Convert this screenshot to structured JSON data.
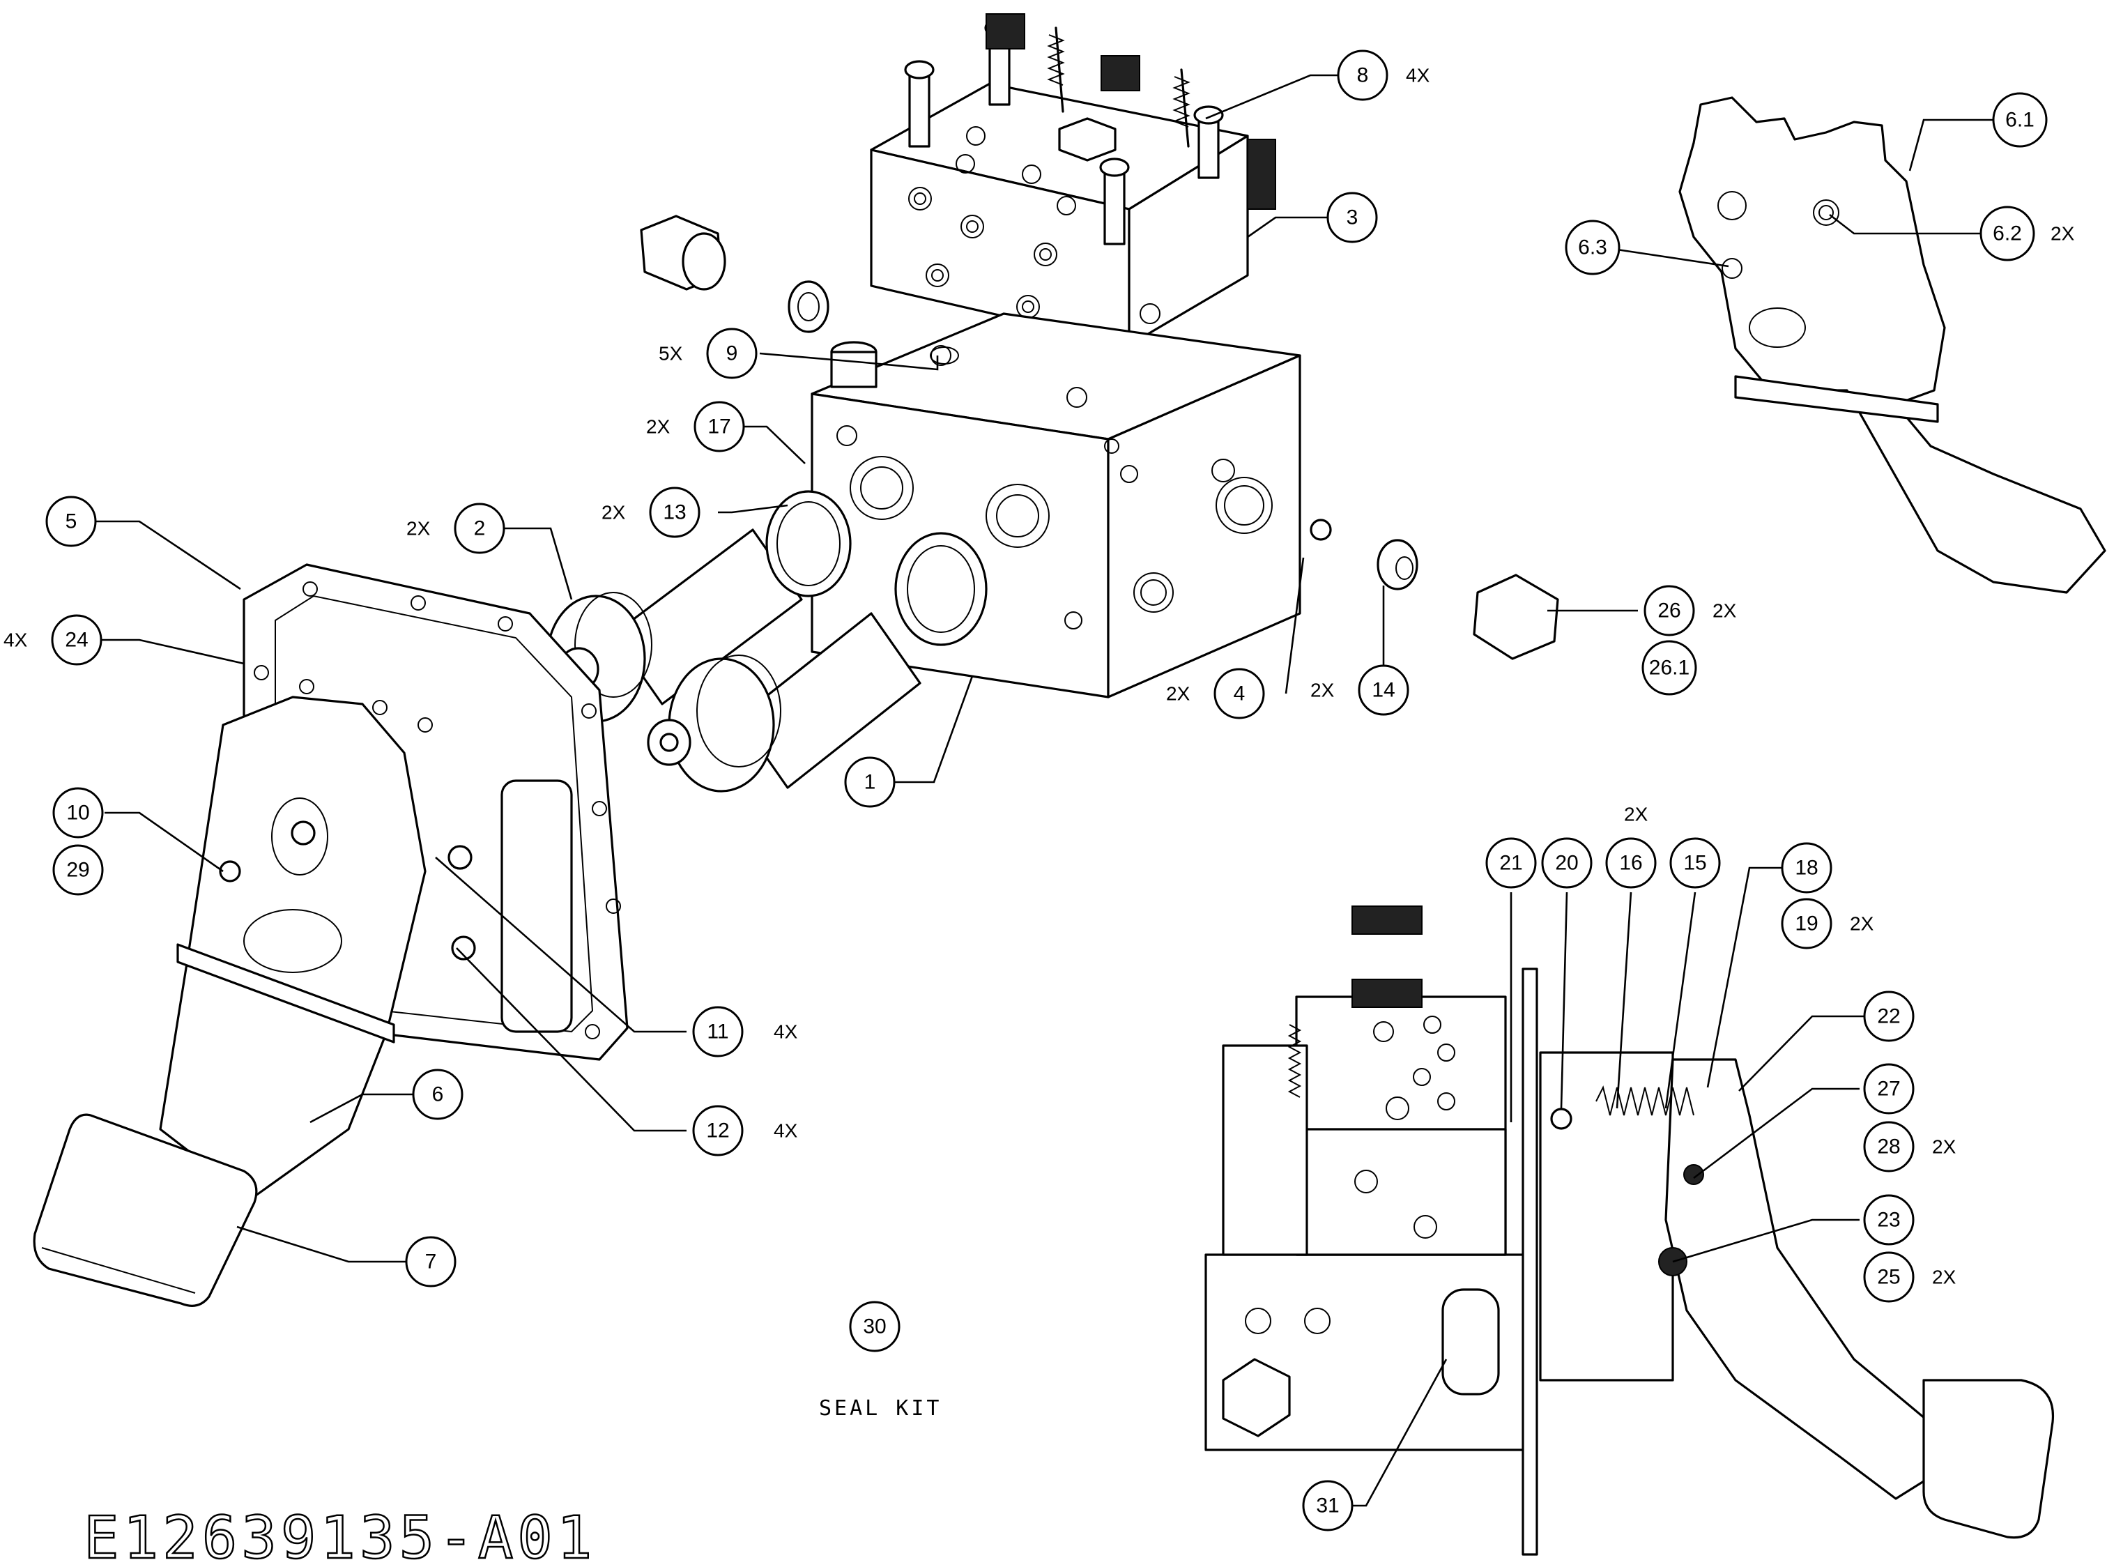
{
  "drawing_number": "E12639135-A01",
  "seal_kit_label": "SEAL KIT",
  "callouts": [
    {
      "id": "c1",
      "label": "1",
      "qty": ""
    },
    {
      "id": "c2",
      "label": "2",
      "qty": "2X"
    },
    {
      "id": "c3",
      "label": "3",
      "qty": ""
    },
    {
      "id": "c4",
      "label": "4",
      "qty": "2X"
    },
    {
      "id": "c5",
      "label": "5",
      "qty": ""
    },
    {
      "id": "c6",
      "label": "6",
      "qty": ""
    },
    {
      "id": "c61",
      "label": "6.1",
      "qty": ""
    },
    {
      "id": "c62",
      "label": "6.2",
      "qty": "2X"
    },
    {
      "id": "c63",
      "label": "6.3",
      "qty": ""
    },
    {
      "id": "c7",
      "label": "7",
      "qty": ""
    },
    {
      "id": "c8",
      "label": "8",
      "qty": "4X"
    },
    {
      "id": "c9",
      "label": "9",
      "qty": "5X"
    },
    {
      "id": "c10",
      "label": "10",
      "qty": ""
    },
    {
      "id": "c11",
      "label": "11",
      "qty": "4X"
    },
    {
      "id": "c12",
      "label": "12",
      "qty": "4X"
    },
    {
      "id": "c13",
      "label": "13",
      "qty": "2X"
    },
    {
      "id": "c14",
      "label": "14",
      "qty": "2X"
    },
    {
      "id": "c15",
      "label": "15",
      "qty": ""
    },
    {
      "id": "c16",
      "label": "16",
      "qty": ""
    },
    {
      "id": "c17",
      "label": "17",
      "qty": "2X"
    },
    {
      "id": "c18",
      "label": "18",
      "qty": ""
    },
    {
      "id": "c19",
      "label": "19",
      "qty": "2X"
    },
    {
      "id": "c20",
      "label": "20",
      "qty": ""
    },
    {
      "id": "c21",
      "label": "21",
      "qty": ""
    },
    {
      "id": "c22",
      "label": "22",
      "qty": ""
    },
    {
      "id": "c23",
      "label": "23",
      "qty": ""
    },
    {
      "id": "c24",
      "label": "24",
      "qty": "4X"
    },
    {
      "id": "c25",
      "label": "25",
      "qty": "2X"
    },
    {
      "id": "c26",
      "label": "26",
      "qty": "2X"
    },
    {
      "id": "c261",
      "label": "26.1",
      "qty": ""
    },
    {
      "id": "c27",
      "label": "27",
      "qty": ""
    },
    {
      "id": "c28",
      "label": "28",
      "qty": "2X"
    },
    {
      "id": "c29",
      "label": "29",
      "qty": ""
    },
    {
      "id": "c30",
      "label": "30",
      "qty": ""
    },
    {
      "id": "c31",
      "label": "31",
      "qty": ""
    }
  ],
  "group_qty_15_16_20_21": "2X"
}
